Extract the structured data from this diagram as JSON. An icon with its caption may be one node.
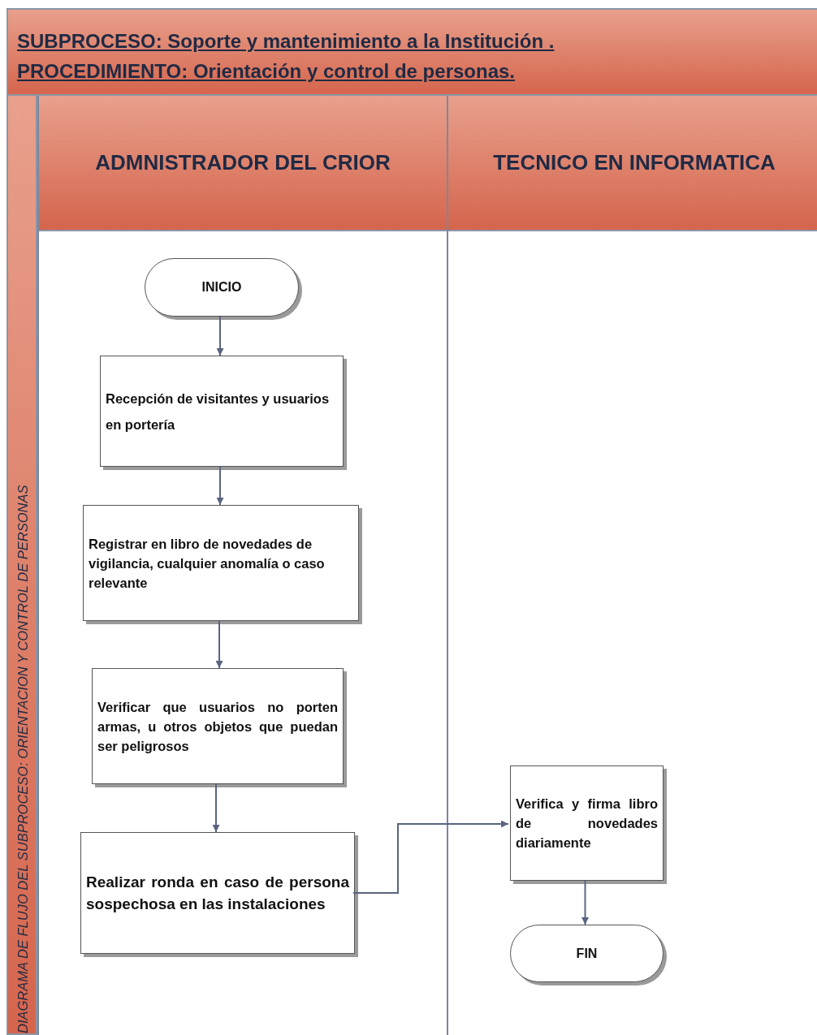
{
  "diagram": {
    "nodes": [
      {
        "text": [
          "SUBPROCESO: Soporte y mantenimiento a la Institución .",
          "PROCEDIMIENTO: Orientación y control de personas."
        ]
      },
      {
        "text": [
          "DIAGRAMA DE FLUJO DEL SUBPROCESO: ORIENTACION Y CONTROL DE PERSONAS"
        ]
      },
      {
        "text": [
          "ADMNISTRADOR DEL CRIOR"
        ]
      },
      {
        "text": [
          "TECNICO EN INFORMATICA"
        ]
      },
      {
        "text": [
          "INICIO"
        ],
        "in": 2
      },
      {
        "text": [
          "Recepción de visitantes y usuarios en portería"
        ],
        "in": 2
      },
      {
        "text": [
          "Registrar en libro de novedades de vigilancia, cualquier anomalía o caso relevante"
        ],
        "in": 2
      },
      {
        "text": [
          "Verificar que usuarios no porten armas, u otros objetos que puedan ser peligrosos"
        ],
        "in": 2
      },
      {
        "text": [
          "Realizar ronda en caso de persona sospechosa en las instalaciones"
        ],
        "in": 2
      },
      {
        "text": [
          "Verifica y firma libro de novedades diariamente"
        ],
        "in": 3
      },
      {
        "text": [
          "FIN"
        ],
        "in": 3
      }
    ],
    "edges": [
      {
        "from": 4,
        "to": 5,
        "arrow": "to"
      },
      {
        "from": 5,
        "to": 6,
        "arrow": "to"
      },
      {
        "from": 6,
        "to": 7,
        "arrow": "to"
      },
      {
        "from": 7,
        "to": 8,
        "arrow": "to"
      },
      {
        "from": 8,
        "to": 9,
        "arrow": "to"
      },
      {
        "from": 9,
        "to": 10,
        "arrow": "to"
      }
    ]
  }
}
